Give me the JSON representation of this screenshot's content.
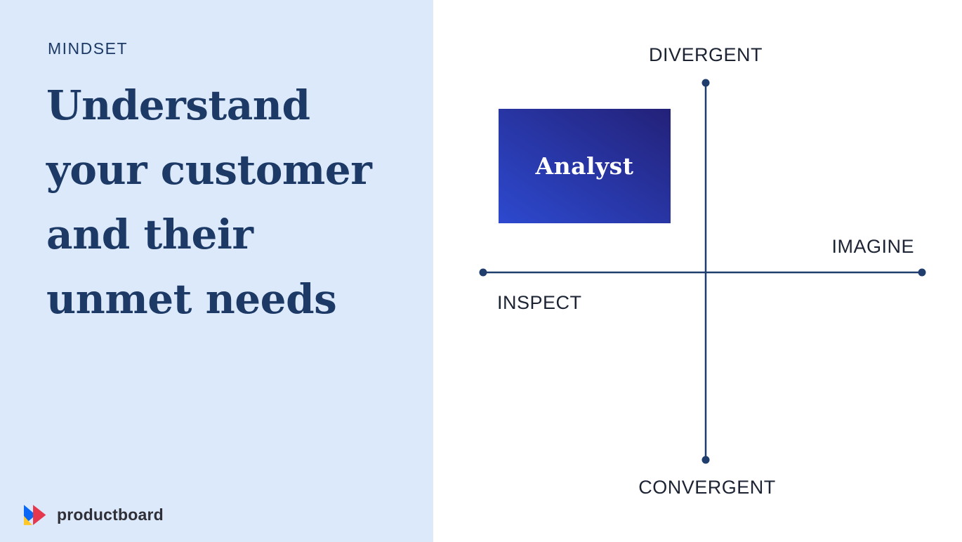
{
  "left_panel": {
    "kicker": "MINDSET",
    "title_lines": [
      "Understand",
      "your customer",
      "and their",
      "unmet needs"
    ],
    "logo_text": "productboard"
  },
  "diagram": {
    "type": "quadrant-axes",
    "axis_top": "DIVERGENT",
    "axis_bottom": "CONVERGENT",
    "axis_left": "INSPECT",
    "axis_right": "IMAGINE",
    "box_label": "Analyst",
    "box_quadrant": "top-left"
  },
  "colors": {
    "panel_bg": "#dce9fa",
    "heading": "#1d3a66",
    "axis": "#1f3d6d",
    "label": "#1c2333",
    "box_gradient_start": "#2d49cf",
    "box_gradient_end": "#232178",
    "box_text": "#ffffff",
    "logo_blue": "#0b68f7",
    "logo_yellow": "#ffc728",
    "logo_red": "#e5384e",
    "logo_text": "#2f2f38"
  }
}
